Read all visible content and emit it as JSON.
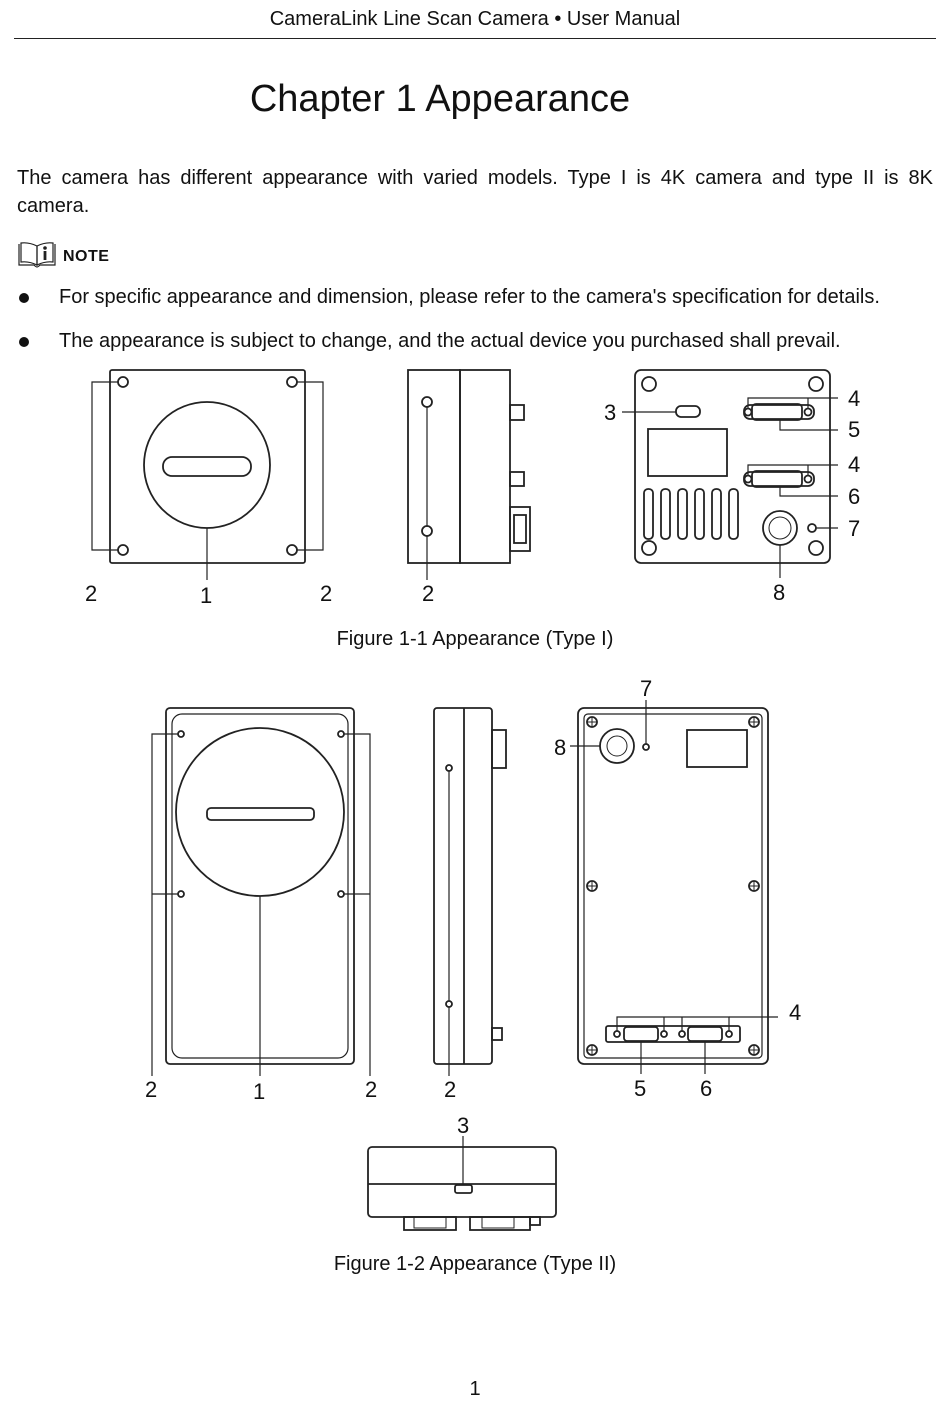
{
  "header": {
    "title": "CameraLink Line Scan Camera • User Manual"
  },
  "chapter_title": "Chapter 1 Appearance",
  "intro": "The camera has different appearance with varied models. Type I is 4K camera and type II is 8K camera.",
  "note": {
    "label": "NOTE",
    "icon": "note-book-icon",
    "bullets": [
      "For specific appearance and dimension, please refer to the camera's specification for details.",
      "The appearance is subject to change, and the actual device you purchased shall prevail."
    ]
  },
  "figure1": {
    "caption": "Figure 1-1 Appearance (Type I)",
    "callouts": {
      "c1": "1",
      "c2a": "2",
      "c2b": "2",
      "c2c": "2",
      "c3": "3",
      "c4a": "4",
      "c5": "5",
      "c4b": "4",
      "c6": "6",
      "c7": "7",
      "c8": "8"
    }
  },
  "figure2": {
    "caption": "Figure 1-2 Appearance (Type II)",
    "callouts": {
      "c1": "1",
      "c2a": "2",
      "c2b": "2",
      "c2c": "2",
      "c3": "3",
      "c4": "4",
      "c5": "5",
      "c6": "6",
      "c7": "7",
      "c8": "8"
    }
  },
  "page_number": "1"
}
